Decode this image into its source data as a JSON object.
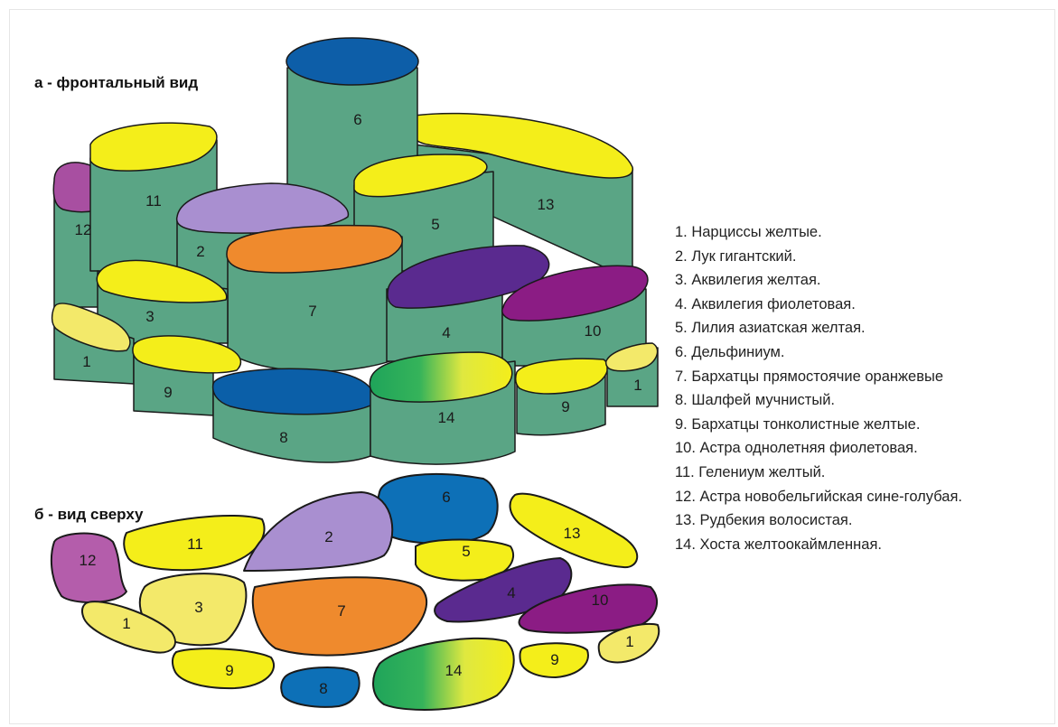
{
  "titles": {
    "front": "а - фронтальный вид",
    "top": "б - вид сверху"
  },
  "legend": [
    "1. Нарциссы желтые.",
    "2. Лук гигантский.",
    "3. Аквилегия желтая.",
    "4. Аквилегия фиолетовая.",
    "5. Лилия азиатская желтая.",
    "6. Дельфиниум.",
    "7. Бархатцы прямостоячие оранжевые",
    "8. Шалфей мучнистый.",
    "9. Бархатцы тонколистные желтые.",
    "10. Астра однолетняя фиолетовая.",
    "11. Гелениум желтый.",
    "12. Астра новобельгийская сине-голубая.",
    "13. Рудбекия волосистая.",
    "14. Хоста желтоокаймленная."
  ],
  "colors": {
    "stem": "#5aa585",
    "yellow": "#f4ee1a",
    "light_yellow": "#f3e96a",
    "violet": "#a98fd0",
    "mauve": "#b45dab",
    "orange": "#ef8a2d",
    "blue": "#0d70b7",
    "dark_blue": "#0b5fa8",
    "purple": "#5a2a8f",
    "magenta": "#8b1c84",
    "green": "#1fa45a",
    "outline": "#1a1a1a"
  },
  "front_labels": {
    "p1_left": "1",
    "p1_right": "1",
    "p2": "2",
    "p3": "3",
    "p4": "4",
    "p5": "5",
    "p6": "6",
    "p7": "7",
    "p8": "8",
    "p9_left": "9",
    "p9_right": "9",
    "p10": "10",
    "p11": "11",
    "p12": "12",
    "p13": "13",
    "p14": "14"
  },
  "top_labels": {
    "p1_left": "1",
    "p1_right": "1",
    "p2": "2",
    "p3": "3",
    "p4": "4",
    "p5": "5",
    "p6": "6",
    "p7": "7",
    "p8": "8",
    "p9_left": "9",
    "p9_right": "9",
    "p10": "10",
    "p11": "11",
    "p12": "12",
    "p13": "13",
    "p14": "14"
  }
}
